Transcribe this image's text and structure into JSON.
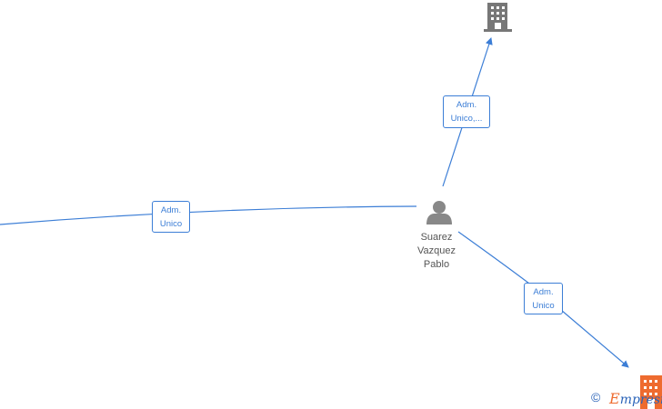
{
  "nodes": {
    "company_top": {
      "icon": "building-icon",
      "color": "#777777"
    },
    "person": {
      "icon": "person-icon",
      "color": "#888888",
      "name_lines": [
        "Suarez",
        "Vazquez",
        "Pablo"
      ]
    },
    "company_bottom": {
      "icon": "building-icon",
      "color": "#ee6b2f"
    }
  },
  "edges": {
    "top": {
      "label_lines": [
        "Adm.",
        "Unico,..."
      ]
    },
    "left": {
      "label_lines": [
        "Adm.",
        "Unico"
      ]
    },
    "bottom": {
      "label_lines": [
        "Adm.",
        "Unico"
      ]
    }
  },
  "edge_color": "#3c7ed6",
  "footer": {
    "copyright": "©",
    "brand_first": "E",
    "brand_rest": "mpresia"
  }
}
